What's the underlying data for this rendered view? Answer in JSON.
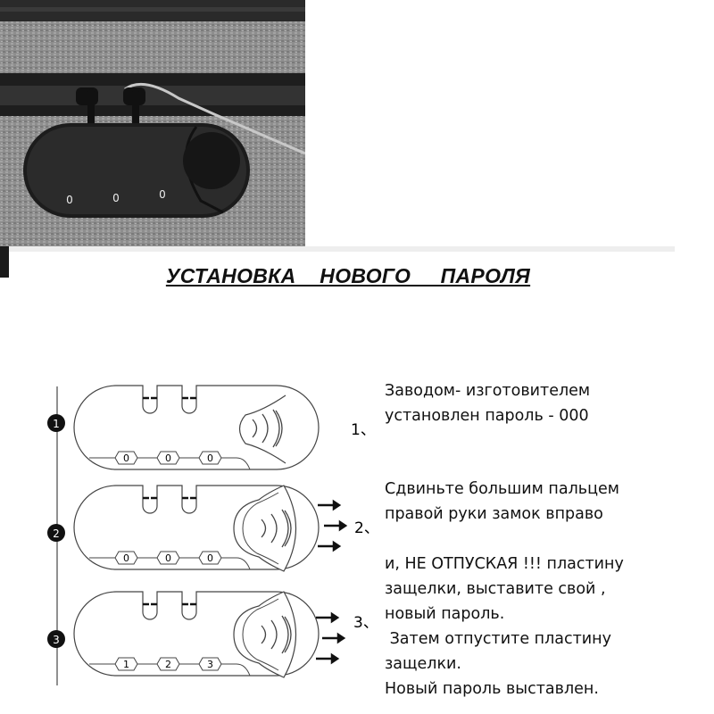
{
  "title": "УСТАНОВКА    НОВОГО     ПАРОЛЯ",
  "photo": {
    "dials": [
      "0",
      "0",
      "0"
    ]
  },
  "steps": [
    {
      "badge": "1",
      "label": "1、",
      "dials": [
        "0",
        "0",
        "0"
      ]
    },
    {
      "badge": "2",
      "label": "2、",
      "dials": [
        "0",
        "0",
        "0"
      ]
    },
    {
      "badge": "3",
      "label": "3、",
      "dials": [
        "1",
        "2",
        "3"
      ]
    }
  ],
  "instructions": {
    "step1": [
      "Заводом- изготовителем",
      "установлен пароль - 000"
    ],
    "step2": [
      "Сдвиньте большим пальцем",
      "правой руки замок вправо"
    ],
    "step3": [
      "и, НЕ ОТПУСКАЯ !!! пластину",
      "защелки, выставите свой ,",
      "новый пароль.",
      " Затем отпустите пластину",
      "защелки.",
      "Новый пароль выставлен."
    ]
  }
}
